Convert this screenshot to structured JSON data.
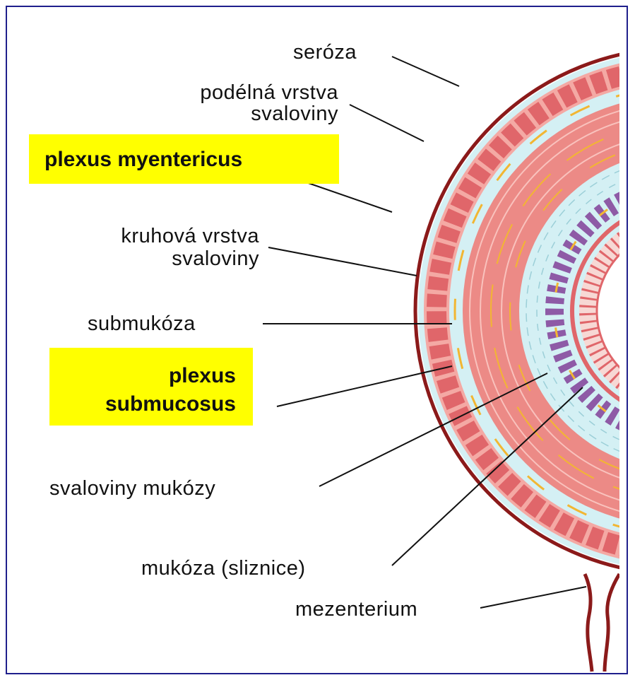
{
  "labels": {
    "seroza": "seróza",
    "podelna_1": "podélná vrstva",
    "podelna_2": "svaloviny",
    "kruhova_1": "kruhová vrstva",
    "kruhova_2": "svaloviny",
    "submukoza": "submukóza",
    "svaloviny_mukozy": "svaloviny mukózy",
    "mukoza": "mukóza (sliznice)",
    "mezenterium": "mezenterium"
  },
  "highlights": {
    "myentericus": "plexus myentericus",
    "submucosus_1": "plexus",
    "submucosus_2": "submucosus"
  },
  "colors": {
    "frame": "#1f1f8c",
    "serosa": "#8b1a1a",
    "connective": "#d4f0f4",
    "muscle": "#e8787a",
    "muscle_light": "#f4a9a4",
    "nerve": "#f2b632",
    "gland": "#8e5aa6",
    "highlight": "#ffff00"
  }
}
